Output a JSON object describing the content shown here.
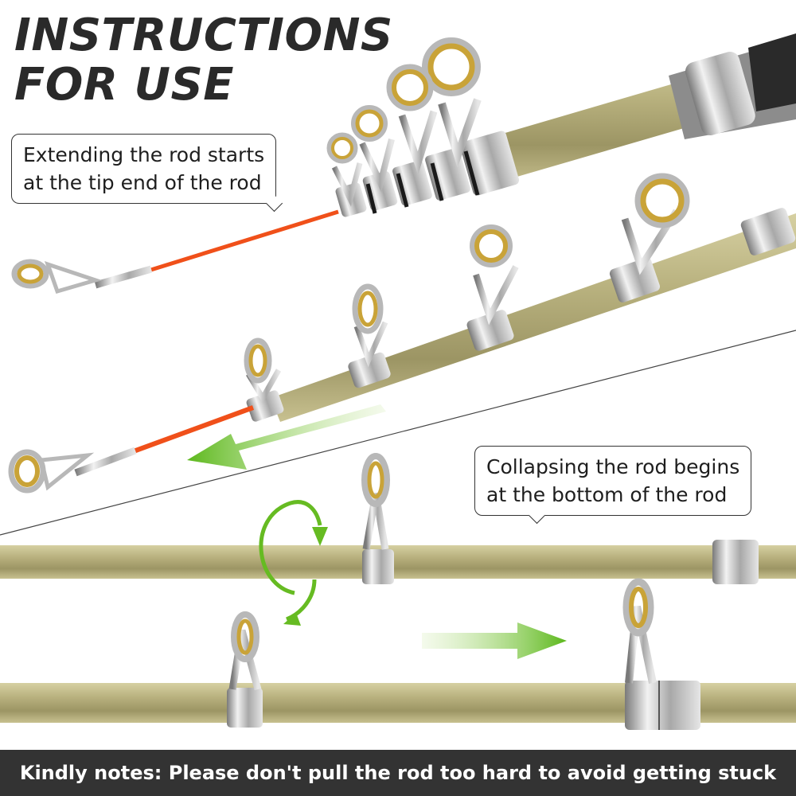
{
  "title": {
    "line1": "INSTRUCTIONS",
    "line2": "FOR USE"
  },
  "callouts": {
    "extend": {
      "line1": "Extending the rod starts",
      "line2": "at the tip end of the rod"
    },
    "collapse": {
      "line1": "Collapsing the rod begins",
      "line2": "at the bottom of the rod"
    }
  },
  "footer": {
    "note": "Kindly notes: Please don't pull the rod too hard to avoid getting stuck"
  },
  "colors": {
    "rod": "#b3ac7a",
    "tip": "#f0501a",
    "arrow": "#66bb22",
    "ring": "#c9a338",
    "guide": "#b9b9b9",
    "footer_bg": "#333333"
  },
  "icons": {
    "extend_arrow": "arrow-left-icon",
    "collapse_arrow": "arrow-right-icon",
    "rotate": "rotate-icon"
  }
}
